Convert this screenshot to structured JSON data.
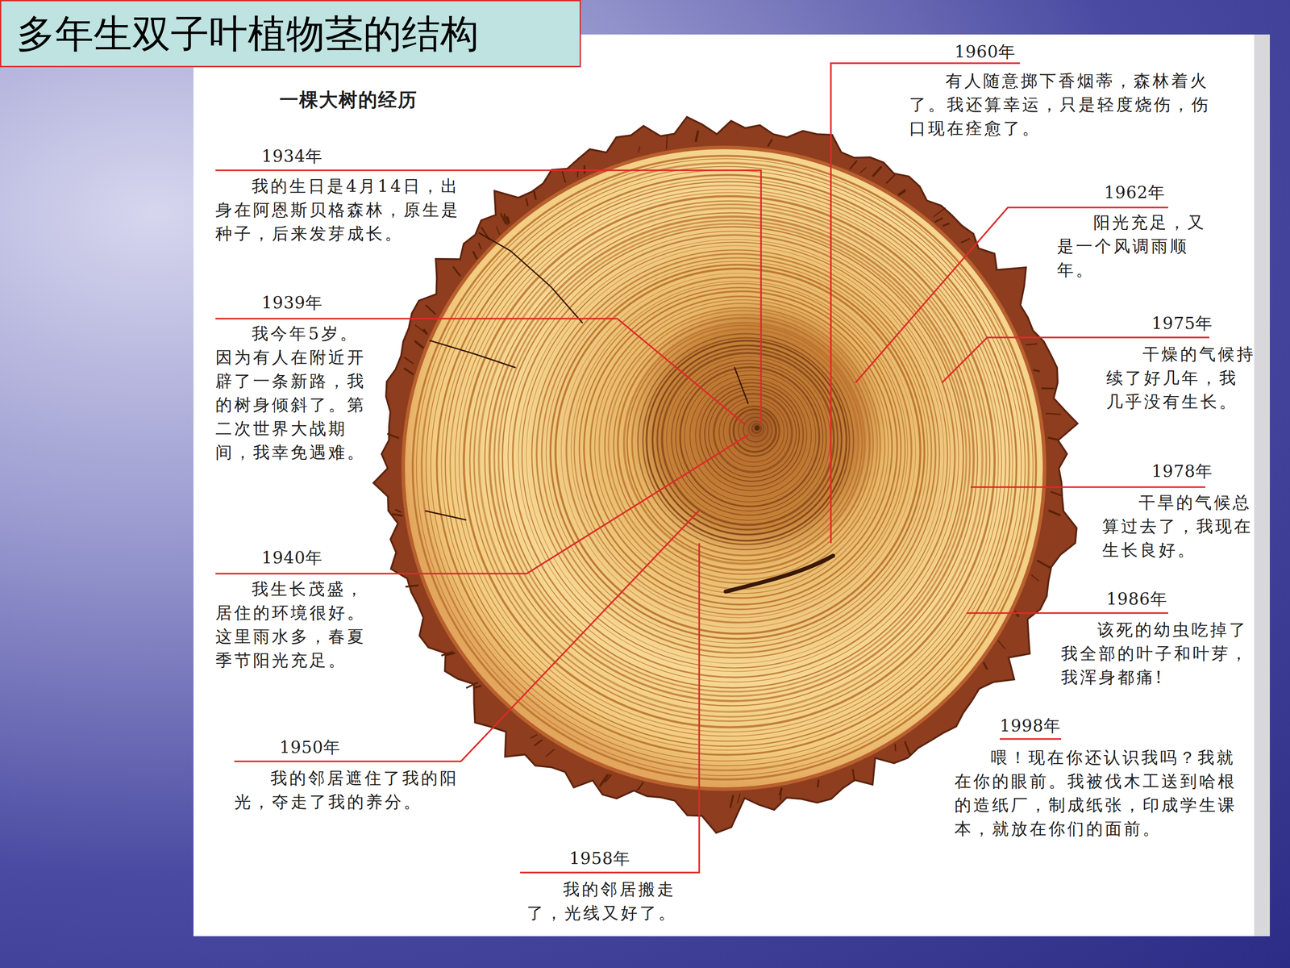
{
  "diagram": {
    "title": "多年生双子叶植物茎的结构",
    "labels": [
      "一棵大树的经历",
      "1934年",
      "我的生日是4月14日，出身在阿恩斯贝格森林，原生是种子，后来发芽成长。",
      "1939年",
      "我今年5岁。因为有人在附近开辟了一条新路，我的树身倾斜了。第二次世界大战期间，我幸免遇难。",
      "1940年",
      "我生长茂盛，居住的环境很好。这里雨水多，春夏季节阳光充足。",
      "1950年",
      "我的邻居遮住了我的阳光，夺走了我的养分。",
      "1958年",
      "我的邻居搬走了，光线又好了。",
      "1960年",
      "有人随意掷下香烟蒂，森林着火了。我还算幸运，只是轻度烧伤，伤口现在痊愈了。",
      "1962年",
      "阳光充足，又是一个风调雨顺年。",
      "1975年",
      "干燥的气候持续了好几年，我几乎没有生长。",
      "1978年",
      "干旱的气候总算过去了，我现在生长良好。",
      "1986年",
      "该死的幼虫吃掉了我全部的叶子和叶芽，我浑身都痛!",
      "1998年",
      "喂！现在你还认识我吗？我就在你的眼前。我被伐木工送到哈根的造纸厂，制成纸张，印成学生课本，就放在你们的面前。"
    ]
  }
}
